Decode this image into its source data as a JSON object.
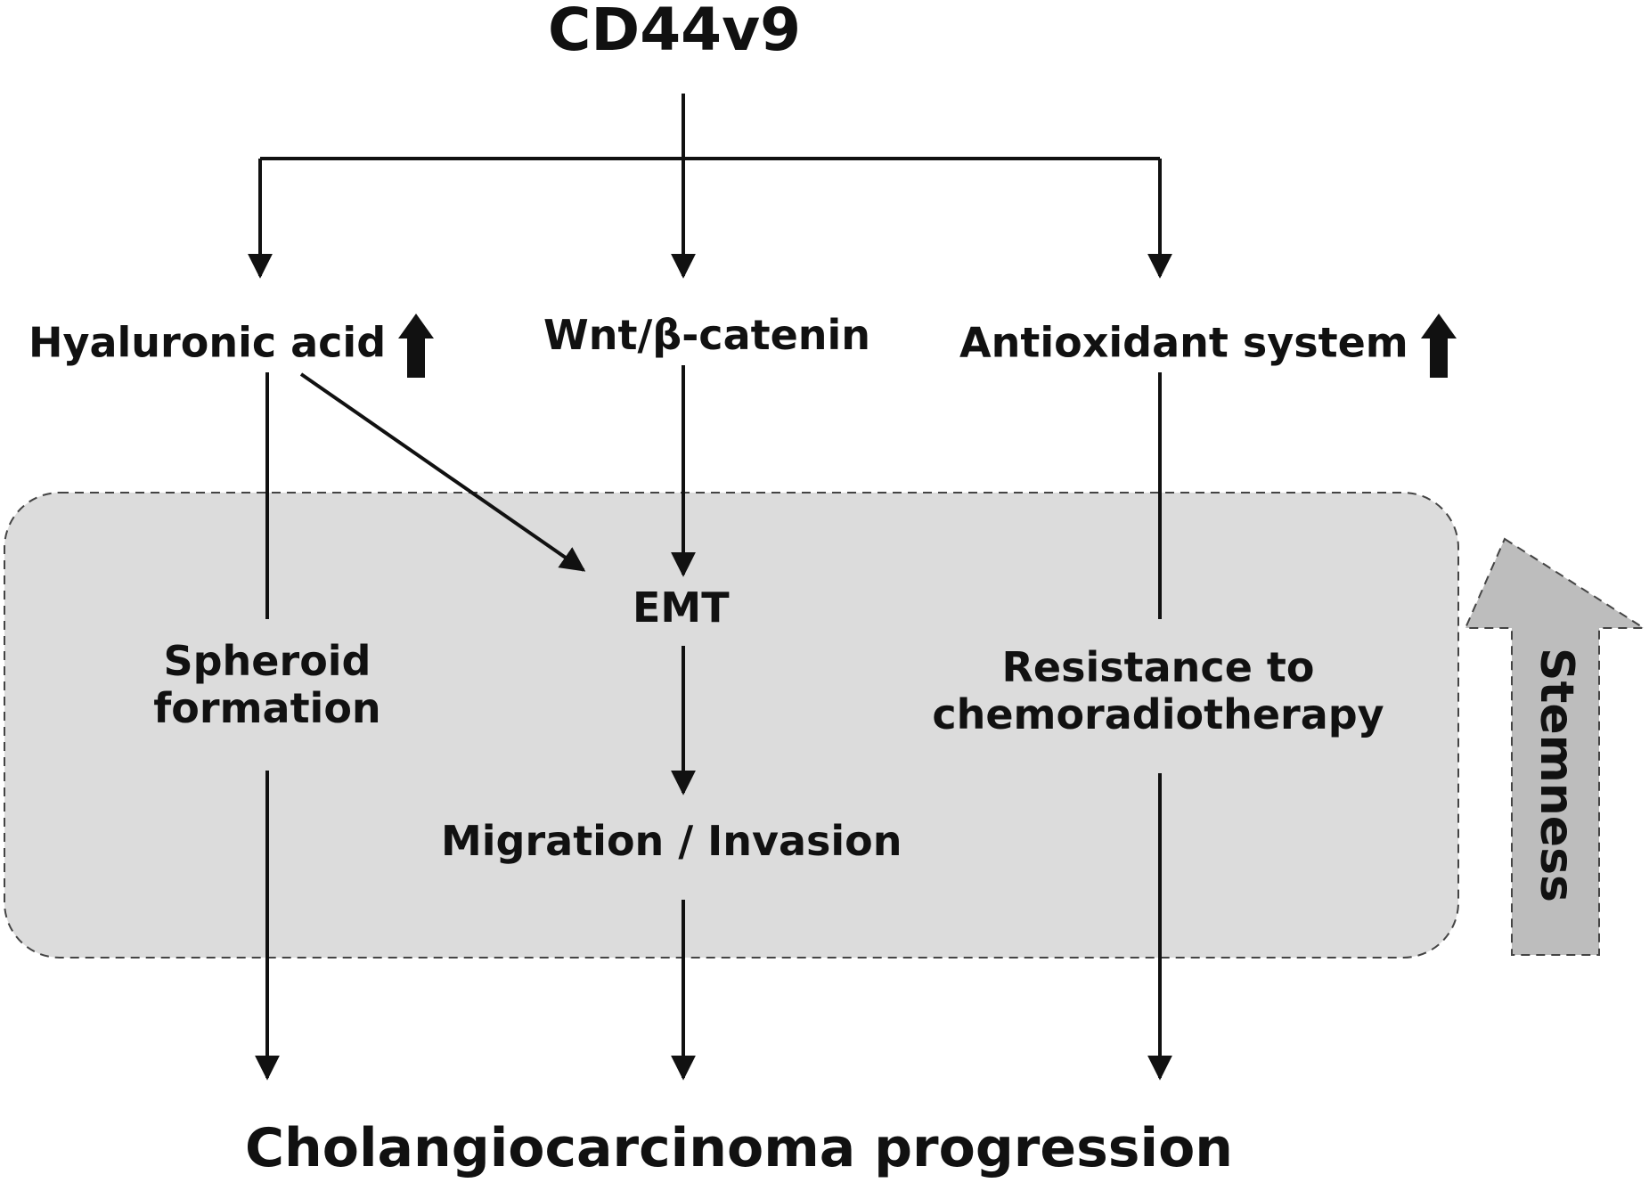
{
  "title": "CD44v9",
  "nodes": {
    "hyaluronic_acid": "Hyaluronic  acid",
    "wnt": "Wnt/β-catenin",
    "antioxidant": "Antioxidant  system",
    "emt": "EMT",
    "spheroid_line1": "Spheroid",
    "spheroid_line2": "formation",
    "resistance_line1": "Resistance to",
    "resistance_line2": "chemoradiotherapy",
    "migration": "Migration  / Invasion"
  },
  "stemness_label": "Stemness",
  "outcome": "Cholangiocarcinoma progression",
  "colors": {
    "box_fill": "#dcdcdc",
    "stemness_arrow": "#bdbdbd",
    "lines": "#111111"
  }
}
